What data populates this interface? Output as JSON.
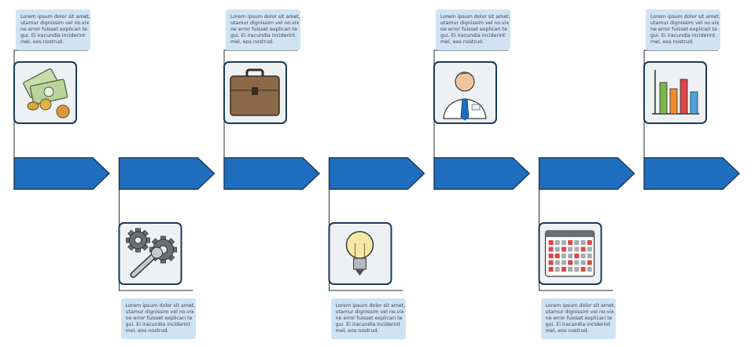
{
  "colors": {
    "primary_blue": "#1f6dbf",
    "dark_navy": "#1a3a5c",
    "text_box_bg": "#cfe3f5",
    "tile_bg": "#eef1f4"
  },
  "steps": [
    {
      "position": "top",
      "icon": "money-icon",
      "text": [
        "Lorem ipsum dolor sit amet,",
        "utamur dignissim vel no.vix",
        "ne error fuisset explicari te",
        "gui. Ei iracundia inciderint",
        "mel, eos nostrud."
      ]
    },
    {
      "position": "bottom",
      "icon": "gears-wrench-icon",
      "text": [
        "Lorem ipsum dolor sit amet,",
        "utamur dignissim vel no.vix",
        "ne error fuisset explicari te",
        "gui. Ei iracundia inciderint",
        "mel, eos nostrud."
      ]
    },
    {
      "position": "top",
      "icon": "briefcase-icon",
      "text": [
        "Lorem ipsum dolor sit amet,",
        "utamur dignissim vel no.vix",
        "ne error fuisset explicari te",
        "gui. Ei iracundia inciderint",
        "mel, eos nostrud."
      ]
    },
    {
      "position": "bottom",
      "icon": "lightbulb-icon",
      "text": [
        "Lorem ipsum dolor sit amet,",
        "utamur dignissim vel no.vix",
        "ne error fuisset explicari te",
        "gui. Ei iracundia inciderint",
        "mel, eos nostrud."
      ]
    },
    {
      "position": "top",
      "icon": "businessman-icon",
      "text": [
        "Lorem ipsum dolor sit amet,",
        "utamur dignissim vel no.vix",
        "ne error fuisset explicari te",
        "gui. Ei iracundia inciderint",
        "mel, eos nostrud."
      ]
    },
    {
      "position": "bottom",
      "icon": "calendar-icon",
      "text": [
        "Lorem ipsum dolor sit amet,",
        "utamur dignissim vel no.vix",
        "ne error fuisset explicari te",
        "gui. Ei iracundia inciderint",
        "mel, eos nostrud."
      ]
    },
    {
      "position": "top",
      "icon": "bar-chart-icon",
      "text": [
        "Lorem ipsum dolor sit amet,",
        "utamur dignissim vel no.vix",
        "ne error fuisset explicari te",
        "gui. Ei iracundia inciderint",
        "mel, eos nostrud."
      ]
    }
  ]
}
